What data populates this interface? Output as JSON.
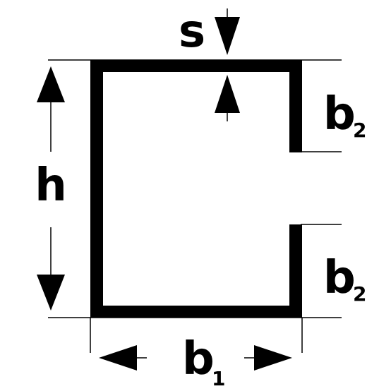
{
  "diagram": {
    "labels": {
      "thickness": "s",
      "height": "h",
      "lip_top": {
        "main": "b",
        "sub": "2"
      },
      "lip_bottom": {
        "main": "b",
        "sub": "2"
      },
      "width": {
        "main": "b",
        "sub": "1"
      }
    },
    "colors": {
      "stroke": "#000000",
      "background": "#ffffff"
    }
  }
}
